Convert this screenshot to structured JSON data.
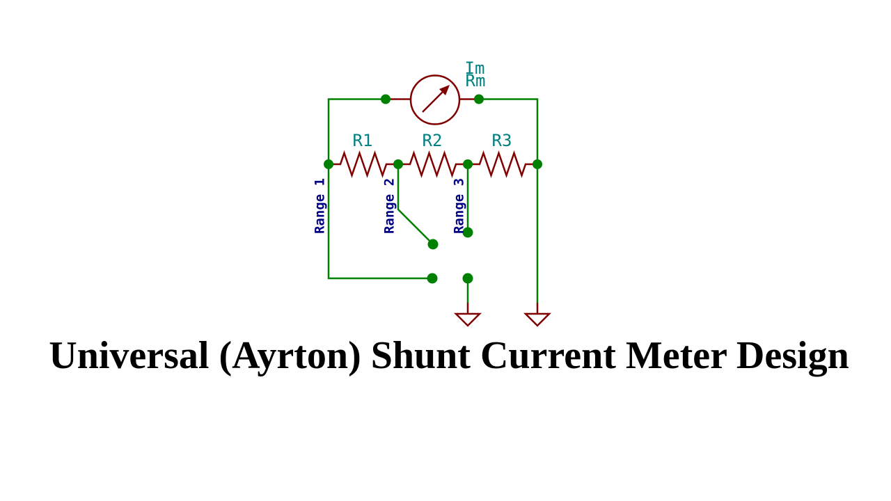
{
  "title": "Universal (Ayrton) Shunt Current Meter Design",
  "schematic": {
    "meter": {
      "current_label": "Im",
      "resistance_label": "Rm"
    },
    "resistors": [
      {
        "label": "R1"
      },
      {
        "label": "R2"
      },
      {
        "label": "R3"
      }
    ],
    "ranges": [
      {
        "label": "Range 1"
      },
      {
        "label": "Range 2"
      },
      {
        "label": "Range 3"
      }
    ]
  },
  "colors": {
    "background": "#ffffff",
    "wire_green": "#008000",
    "component_red": "#800000",
    "value_text_teal": "#008080",
    "range_text_blue": "#000084",
    "title_black": "#000000"
  }
}
